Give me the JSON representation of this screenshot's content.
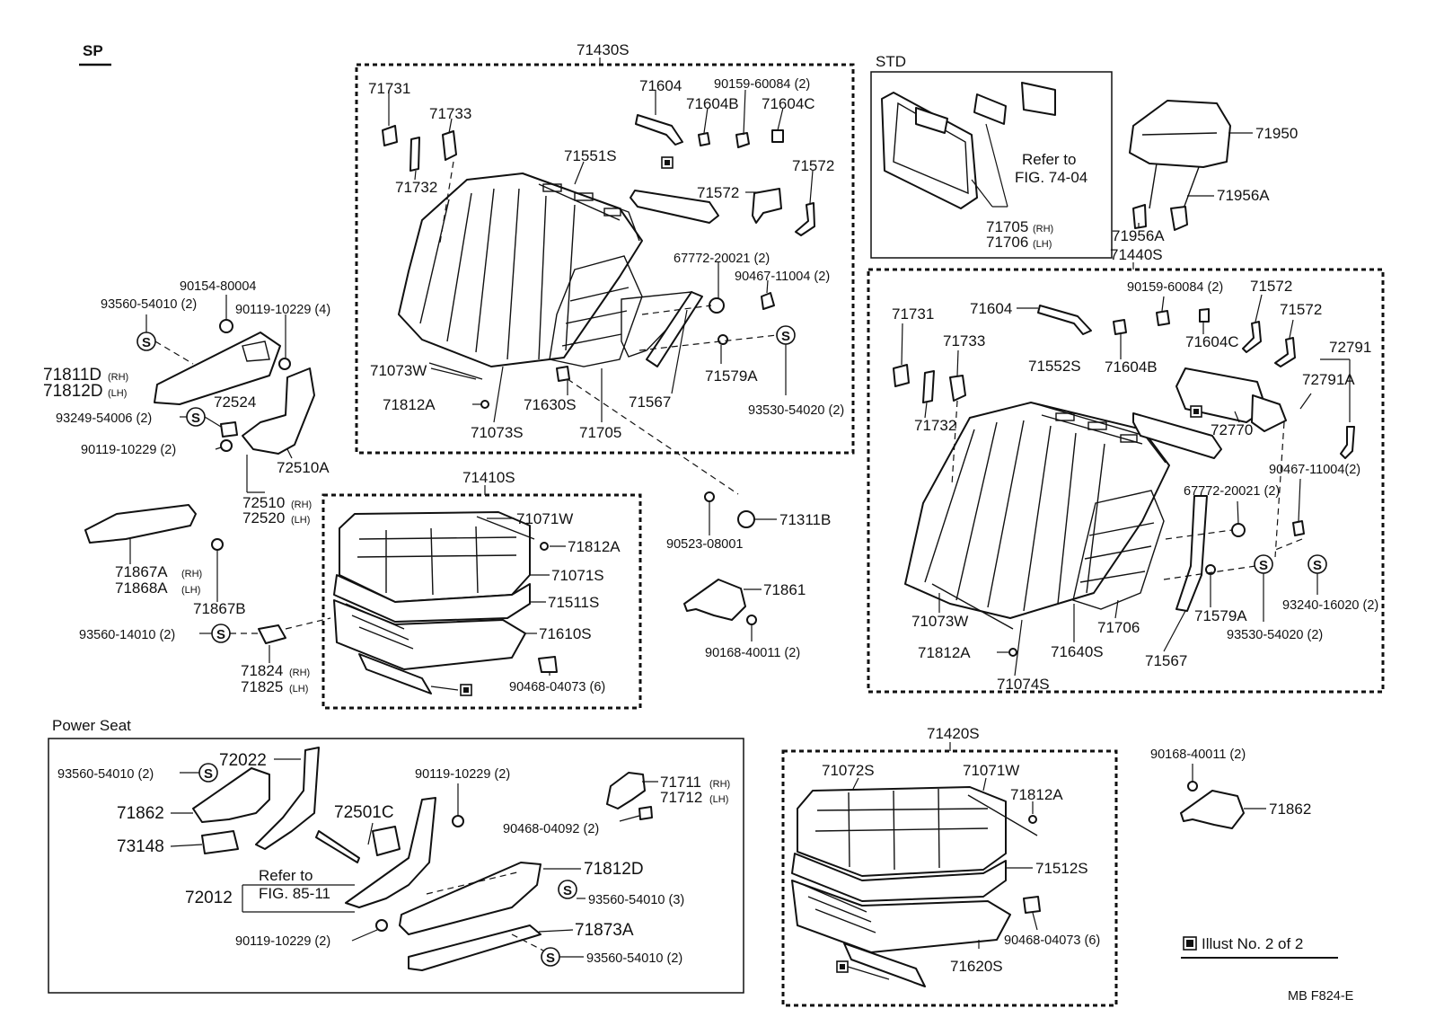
{
  "sections": {
    "sp": "SP",
    "std": "STD",
    "power_seat": "Power Seat",
    "refer_7404_line1": "Refer to",
    "refer_7404_line2": "FIG. 74-04",
    "refer_8511_line1": "Refer to",
    "refer_8511_line2": "FIG. 85-11",
    "illust_note": "Illust No. 2 of 2",
    "figure_code": "MB  F824-E"
  },
  "icons": {
    "s_symbol": "S",
    "square_marker": "square-marker-icon"
  },
  "labels": {
    "p71430S": "71430S",
    "p71410S": "71410S",
    "p71440S": "71440S",
    "p71420S": "71420S",
    "a71731": "71731",
    "a71733": "71733",
    "a71732": "71732",
    "a71604": "71604",
    "a71604B": "71604B",
    "a71604C": "71604C",
    "a90159": "90159-60084 (2)",
    "a71551S": "71551S",
    "a71572a": "71572",
    "a71572b": "71572",
    "a67772": "67772-20021 (2)",
    "a90467": "90467-11004 (2)",
    "a71073W": "71073W",
    "a71812A": "71812A",
    "a71073S": "71073S",
    "a71630S": "71630S",
    "a71705": "71705",
    "a71567": "71567",
    "a71579A": "71579A",
    "a93530": "93530-54020 (2)",
    "b71705": "71705",
    "b71705_sub": "(RH)",
    "b71706": "71706",
    "b71706_sub": "(LH)",
    "h71950": "71950",
    "h71956A_r": "71956A",
    "h71956A_l": "71956A",
    "l90154": "90154-80004",
    "l93560a": "93560-54010 (2)",
    "l90119a": "90119-10229 (4)",
    "l71811D": "71811D",
    "l71811D_sub": "(RH)",
    "l71812D": "71812D",
    "l71812D_sub": "(LH)",
    "l72524": "72524",
    "l93249": "93249-54006 (2)",
    "l90119b": "90119-10229 (2)",
    "l72510A": "72510A",
    "l72510": "72510",
    "l72510_sub": "(RH)",
    "l72520": "72520",
    "l72520_sub": "(LH)",
    "l71867A": "71867A",
    "l71867A_sub": "(RH)",
    "l71868A": "71868A",
    "l71868A_sub": "(LH)",
    "l71867B": "71867B",
    "l93560b": "93560-14010 (2)",
    "l71824": "71824",
    "l71824_sub": "(RH)",
    "l71825": "71825",
    "l71825_sub": "(LH)",
    "c71071W": "71071W",
    "c71812A": "71812A",
    "c71071S": "71071S",
    "c71511S": "71511S",
    "c71610S": "71610S",
    "c90468": "90468-04073 (6)",
    "m90523": "90523-08001",
    "m71311B": "71311B",
    "m71861": "71861",
    "m90168": "90168-40011 (2)",
    "r71731": "71731",
    "r71604": "71604",
    "r90159": "90159-60084 (2)",
    "r71572a": "71572",
    "r71572b": "71572",
    "r71733": "71733",
    "r71604C": "71604C",
    "r71552S": "71552S",
    "r71604B": "71604B",
    "r72791": "72791",
    "r72791A": "72791A",
    "r71732": "71732",
    "r72770": "72770",
    "r90467": "90467-11004(2)",
    "r67772": "67772-20021 (2)",
    "r71073W": "71073W",
    "r71812A": "71812A",
    "r71074S": "71074S",
    "r71640S": "71640S",
    "r71706": "71706",
    "r71567": "71567",
    "r71579A": "71579A",
    "r93530": "93530-54020 (2)",
    "r93240": "93240-16020 (2)",
    "p93560a": "93560-54010 (2)",
    "p72022": "72022",
    "p71862": "71862",
    "p73148": "73148",
    "p72501C": "72501C",
    "p90119a": "90119-10229 (2)",
    "p72012": "72012",
    "p90119b": "90119-10229 (2)",
    "p71711": "71711",
    "p71711_sub": "(RH)",
    "p71712": "71712",
    "p71712_sub": "(LH)",
    "p90468": "90468-04092 (2)",
    "p71812D": "71812D",
    "p93560b": "93560-54010 (3)",
    "p71873A": "71873A",
    "p93560c": "93560-54010 (2)",
    "q71072S": "71072S",
    "q71071W": "71071W",
    "q71812A": "71812A",
    "q71512S": "71512S",
    "q90468": "90468-04073 (6)",
    "q71620S": "71620S",
    "z90168": "90168-40011 (2)",
    "z71862": "71862"
  }
}
